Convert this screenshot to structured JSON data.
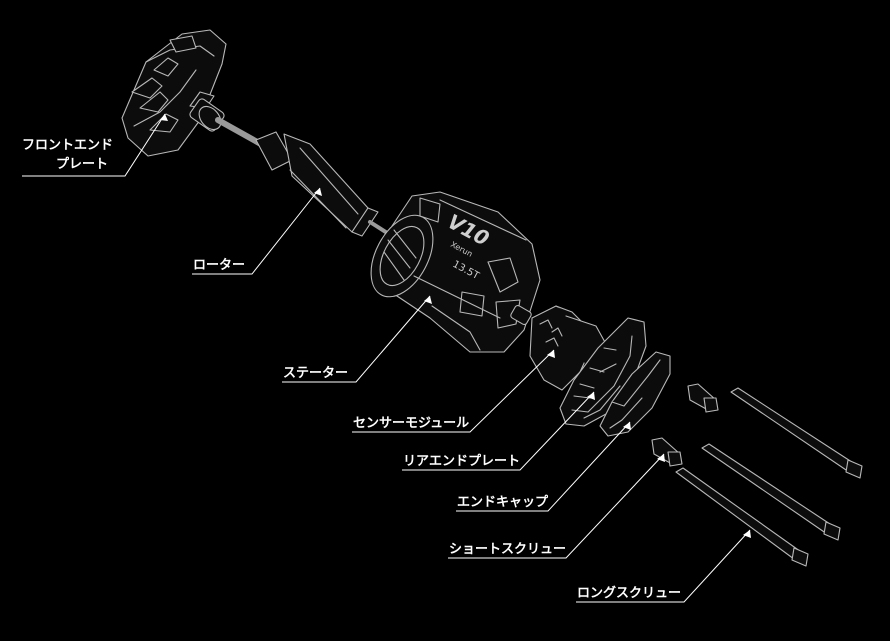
{
  "colors": {
    "background": "#000000",
    "line": "#ffffff",
    "part_stroke": "#b8b8b8",
    "part_fill": "#0c0c0c"
  },
  "labels": {
    "front_end_plate_line1": "フロントエンド",
    "front_end_plate_line2": "プレート",
    "rotor": "ローター",
    "stator": "ステーター",
    "sensor_module": "センサーモジュール",
    "rear_end_plate": "リアエンドプレート",
    "end_cap": "エンドキャップ",
    "short_screw": "ショートスクリュー",
    "long_screw": "ロングスクリュー"
  },
  "motor_marking": {
    "logo": "V10",
    "model": "Xerun",
    "turns": "13.5T"
  }
}
